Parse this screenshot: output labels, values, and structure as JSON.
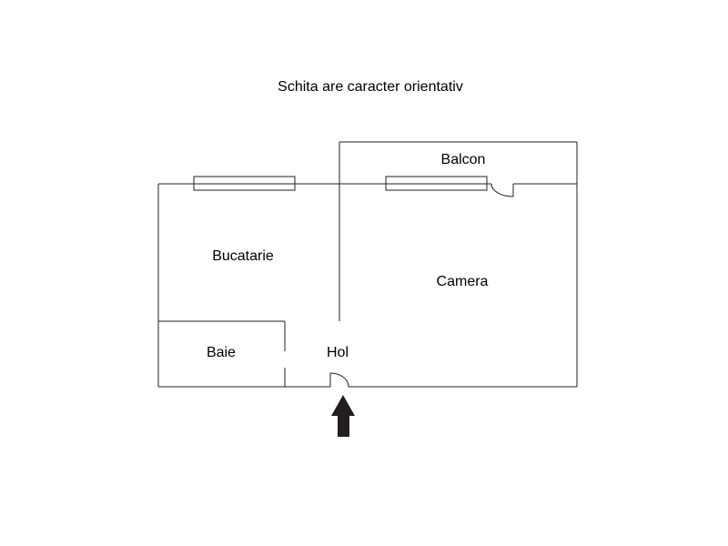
{
  "title": "Schita are caracter orientativ",
  "rooms": {
    "balcony": "Balcon",
    "kitchen": "Bucatarie",
    "room": "Camera",
    "bathroom": "Baie",
    "hall": "Hol"
  },
  "colors": {
    "line": "#231f20",
    "arrow": "#231f20",
    "background": "#ffffff"
  },
  "icons": {
    "entrance": "arrow-up-icon"
  }
}
